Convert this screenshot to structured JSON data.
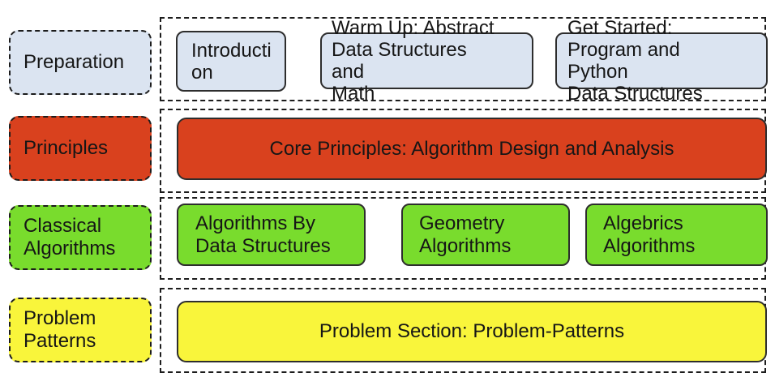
{
  "colors": {
    "blue": "#dbe4f1",
    "red": "#d9411e",
    "green": "#79dc2d",
    "yellow": "#f9f53b"
  },
  "rows": [
    {
      "label": "Preparation",
      "lane_boxes": [
        "Introducti\non",
        "Warm Up: Abstract\nData Structures and\nMath",
        "Get Started:\nProgram and Python\nData Structures"
      ]
    },
    {
      "label": "Principles",
      "lane_boxes": [
        "Core Principles: Algorithm Design and Analysis"
      ]
    },
    {
      "label": "Classical\nAlgorithms",
      "lane_boxes": [
        "Algorithms By\nData Structures",
        "Geometry\nAlgorithms",
        "Algebrics\nAlgorithms"
      ]
    },
    {
      "label": "Problem\nPatterns",
      "lane_boxes": [
        "Problem Section: Problem-Patterns"
      ]
    }
  ]
}
